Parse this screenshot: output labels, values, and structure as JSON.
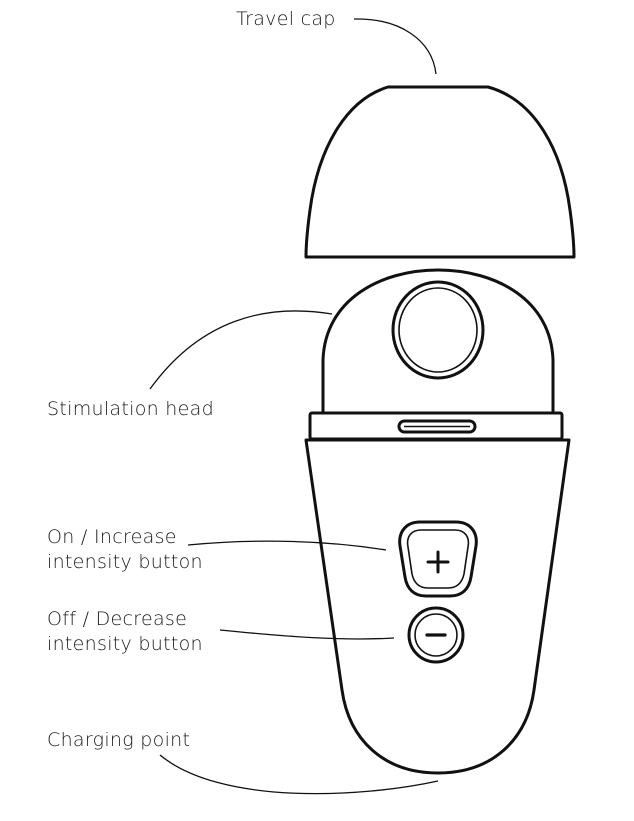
{
  "labels": {
    "travel_cap": "Travel cap",
    "stimulation_head": "Stimulation head",
    "on_increase_line1": "On / Increase",
    "on_increase_line2": "intensity button",
    "off_decrease_line1": "Off / Decrease",
    "off_decrease_line2": "intensity button",
    "charging_point": "Charging point"
  },
  "icons": {
    "plus": "plus-icon",
    "minus": "minus-icon"
  }
}
